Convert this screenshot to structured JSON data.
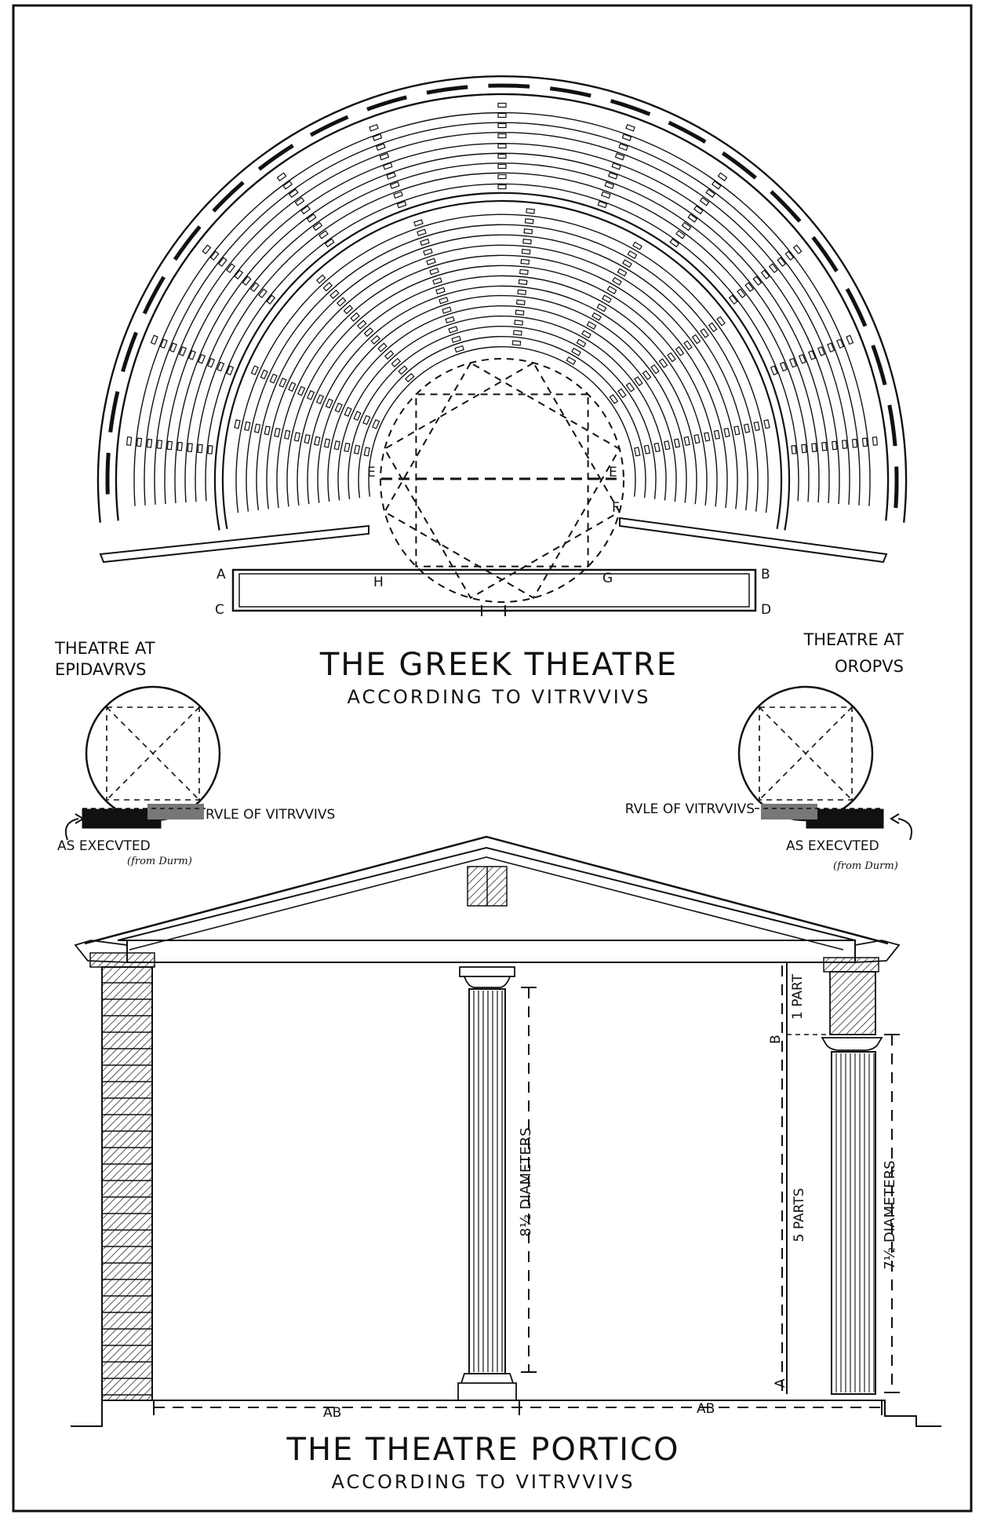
{
  "greek_theatre": {
    "title": "THE GREEK THEATRE",
    "subtitle": "ACCORDING TO VITRVVIVS",
    "points": {
      "A": "A",
      "B": "B",
      "C": "C",
      "D": "D",
      "E_left": "E",
      "E_right": "E",
      "F": "F",
      "G": "G",
      "H": "H"
    }
  },
  "epidaurus": {
    "title_line1": "THEATRE AT",
    "title_line2": "EPIDAVRVS",
    "rule_label": "RVLE OF VITRVVIVS",
    "executed_label": "AS EXECVTED",
    "source_label": "(from Durm)"
  },
  "oropus": {
    "title_line1": "THEATRE AT",
    "title_line2": "OROPVS",
    "rule_label": "RVLE OF VITRVVIVS",
    "executed_label": "AS EXECVTED",
    "source_label": "(from Durm)"
  },
  "portico": {
    "title": "THE THEATRE PORTICO",
    "subtitle": "ACCORDING TO VITRVVIVS",
    "center_column_label": "8½ DIAMETERS",
    "right_column_label": "7½ DIAMETERS",
    "one_part_label": "1 PART",
    "five_parts_label": "5 PARTS",
    "point_a": "A",
    "point_b": "B",
    "span_left_label": "AB",
    "span_right_label": "AB"
  }
}
